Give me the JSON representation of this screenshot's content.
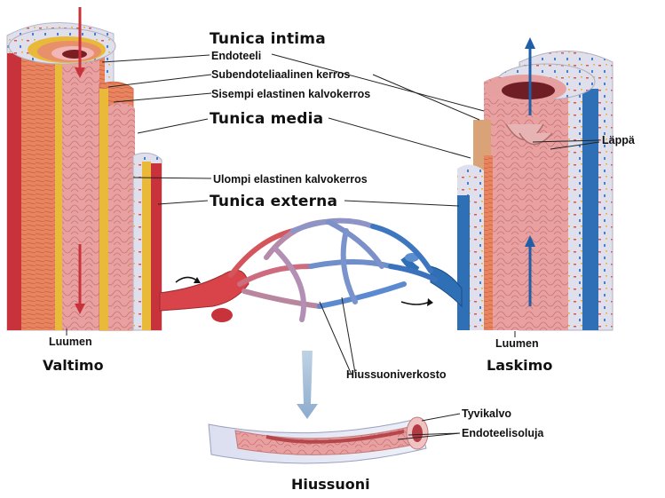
{
  "labels": {
    "tunica_intima": "Tunica intima",
    "endoteeli": "Endoteeli",
    "subendoteliaalinen": "Subendoteliaalinen kerros",
    "sisempi_elastinen": "Sisempi elastinen kalvokerros",
    "tunica_media": "Tunica media",
    "ulompi_elastinen": "Ulompi elastinen kalvokerros",
    "tunica_externa": "Tunica externa",
    "lappa": "Läppä",
    "luumen_left": "Luumen",
    "luumen_right": "Luumen",
    "valtimo": "Valtimo",
    "laskimo": "Laskimo",
    "hiussuoniverkosto": "Hiussuoniverkosto",
    "tyvikalvo": "Tyvikalvo",
    "endoteelisoluja": "Endoteelisoluja",
    "hiussuoni": "Hiussuoni"
  },
  "colors": {
    "artery_red": "#c8323a",
    "vein_blue": "#2f6fb5",
    "muscle_orange": "#e0774f",
    "elastic_yellow": "#e9b93a",
    "intima_pink": "#e89a9a",
    "externa_grey": "#dcdde8"
  }
}
